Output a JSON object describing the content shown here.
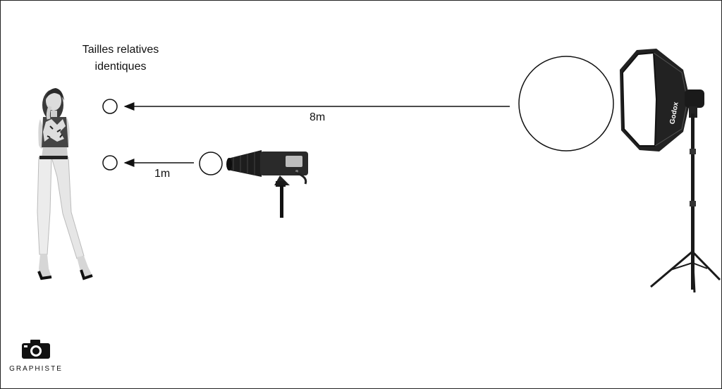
{
  "diagram": {
    "caption": "Tailles relatives identiques",
    "far_distance_label": "8m",
    "near_distance_label": "1m",
    "softbox_brand": "Godox"
  },
  "branding": {
    "logo_text": "GRAPHISTE",
    "logo_icon": "camera-icon"
  }
}
